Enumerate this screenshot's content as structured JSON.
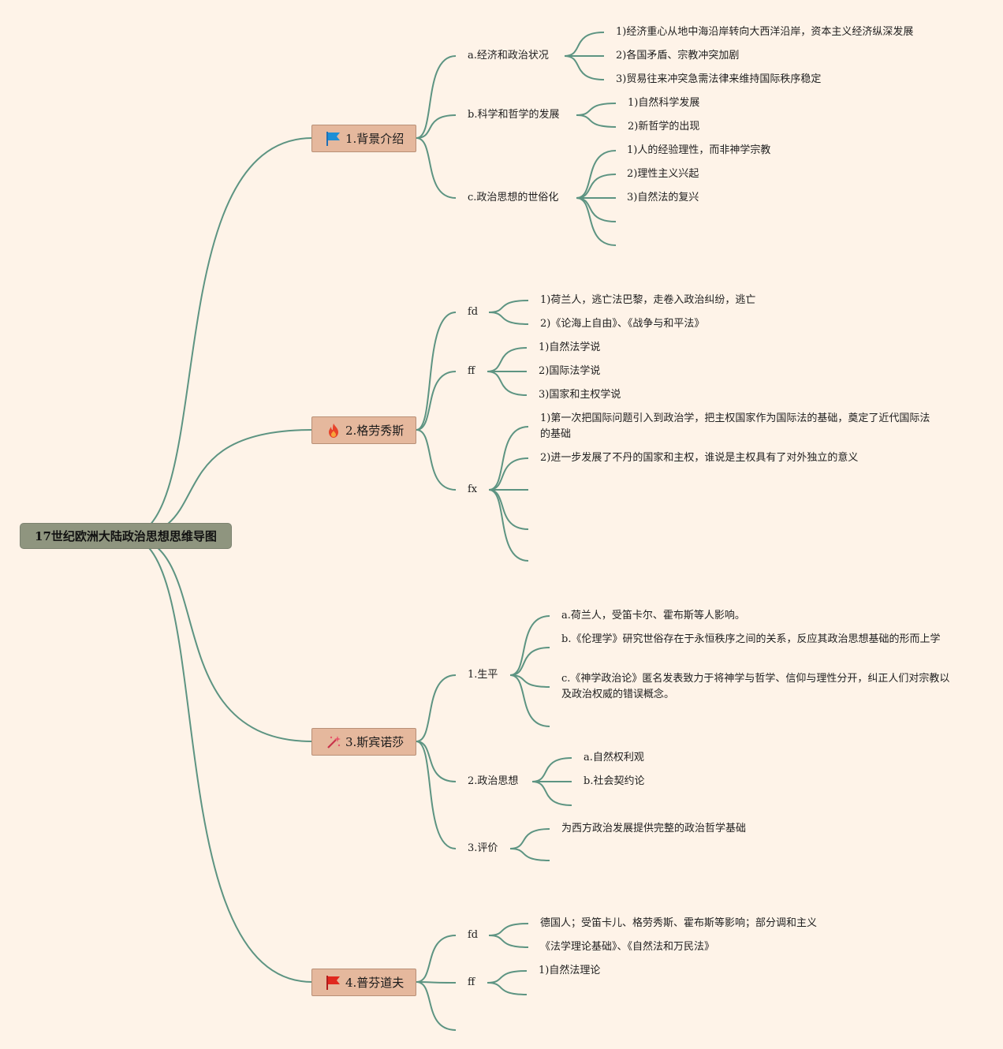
{
  "root": {
    "label": "17世纪欧洲大陆政治思想思维导图"
  },
  "colors": {
    "background": "#fef3e8",
    "line": "#5d9482",
    "root_fill": "#8f957f",
    "topic_fill": "#e5b89d"
  },
  "topics": [
    {
      "label": "1.背景介绍",
      "icon": "blue-flag-icon",
      "branches": [
        {
          "label": "a.经济和政治状况",
          "items": [
            "1)经济重心从地中海沿岸转向大西洋沿岸，资本主义经济纵深发展",
            "2)各国矛盾、宗教冲突加剧",
            "3)贸易往来冲突急需法律来维持国际秩序稳定"
          ]
        },
        {
          "label": "b.科学和哲学的发展",
          "items": [
            "1)自然科学发展",
            "2)新哲学的出现"
          ]
        },
        {
          "label": "c.政治思想的世俗化",
          "items": [
            "1)人的经验理性，而非神学宗教",
            "2)理性主义兴起",
            "3)自然法的复兴",
            "",
            ""
          ]
        }
      ]
    },
    {
      "label": "2.格劳秀斯",
      "icon": "fire-icon",
      "branches": [
        {
          "label": "fd",
          "items": [
            "1)荷兰人，逃亡法巴黎，走卷入政治纠纷，逃亡",
            "2)《论海上自由》、《战争与和平法》"
          ]
        },
        {
          "label": "ff",
          "items": [
            "1)自然法学说",
            "2)国际法学说",
            "3)国家和主权学说"
          ]
        },
        {
          "label": "fx",
          "items": [
            "1)第一次把国际问题引入到政治学，把主权国家作为国际法的基础，奠定了近代国际法的基础",
            "2)进一步发展了不丹的国家和主权，谁说是主权具有了对外独立的意义",
            "",
            "",
            ""
          ]
        }
      ]
    },
    {
      "label": "3.斯宾诺莎",
      "icon": "magic-wand-icon",
      "branches": [
        {
          "label": "1.生平",
          "items": [
            "a.荷兰人，受笛卡尔、霍布斯等人影响。",
            "b.《伦理学》研究世俗存在于永恒秩序之间的关系，反应其政治思想基础的形而上学",
            "c.《神学政治论》匿名发表致力于将神学与哲学、信仰与理性分开，纠正人们对宗教以及政治权威的错误概念。",
            ""
          ]
        },
        {
          "label": "2.政治思想",
          "items": [
            "a.自然权利观",
            "b.社会契约论",
            ""
          ]
        },
        {
          "label": "3.评价",
          "items": [
            "为西方政治发展提供完整的政治哲学基础",
            ""
          ]
        }
      ]
    },
    {
      "label": "4.普芬道夫",
      "icon": "red-flag-icon",
      "branches": [
        {
          "label": "fd",
          "items": [
            "德国人；受笛卡儿、格劳秀斯、霍布斯等影响；部分调和主义",
            "《法学理论基础》、《自然法和万民法》"
          ]
        },
        {
          "label": "ff",
          "items": [
            "1)自然法理论",
            ""
          ]
        },
        {
          "label": "",
          "items": []
        }
      ]
    }
  ]
}
